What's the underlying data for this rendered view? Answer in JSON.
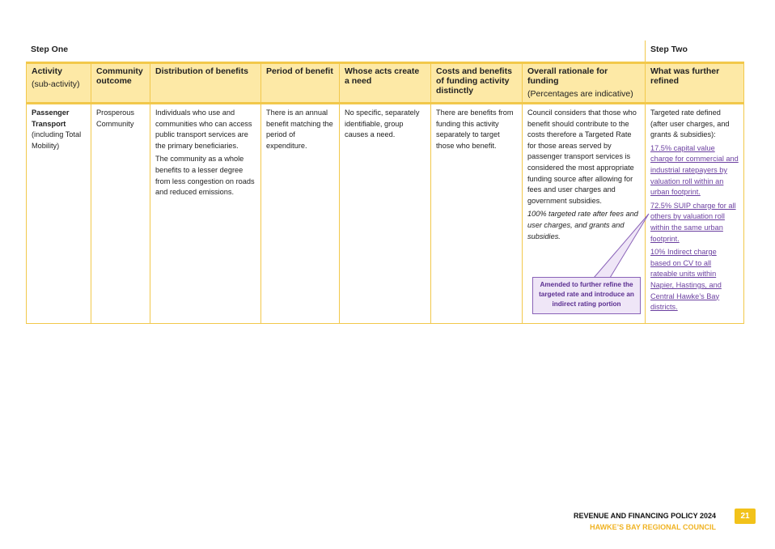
{
  "steps": {
    "one": "Step One",
    "two": "Step Two"
  },
  "headers": {
    "activity": "Activity",
    "activity_sub": "(sub-activity)",
    "community_outcome": "Community outcome",
    "distribution": "Distribution of benefits",
    "period": "Period of benefit",
    "whose_acts": "Whose acts create a need",
    "costs_benefits": "Costs and benefits of funding activity distinctly",
    "overall": "Overall rationale for funding",
    "overall_sub": "(Percentages are indicative)",
    "further": "What was further refined"
  },
  "row": {
    "activity_bold": "Passenger Transport",
    "activity_rest": "(including Total Mobility)",
    "community_outcome": "Prosperous Community",
    "distribution_p1": "Individuals who use and communities who can access public transport services are the primary beneficiaries.",
    "distribution_p2": "The community as a whole benefits to a lesser degree from less congestion on roads and reduced emissions.",
    "period": "There is an annual benefit matching the period of expenditure.",
    "whose_acts": "No specific, separately identifiable, group causes a need.",
    "costs_benefits": "There are benefits from funding this activity separately to target those who benefit.",
    "overall_p1": "Council considers that those who benefit should contribute to the costs therefore a Targeted Rate for those areas served by passenger transport services is considered the most appropriate funding source after allowing for fees and user charges and government subsidies.",
    "overall_p2": "100% targeted rate after fees and user charges, and grants and subsidies.",
    "further_intro": "Targeted rate defined (after user charges, and grants & subsidies):",
    "further_links": [
      "17.5% capital value charge for commercial and industrial ratepayers by valuation roll within an urban footprint.",
      "72.5% SUIP charge for all others by valuation roll within the same urban footprint.",
      "10% Indirect charge based on CV to all rateable units within Napier, Hastings, and Central Hawke’s Bay districts."
    ]
  },
  "callout": "Amended to further refine the targeted rate and introduce an indirect rating portion",
  "footer": {
    "line1": "REVENUE AND FINANCING POLICY 2024",
    "line2": "HAWKE’S BAY REGIONAL COUNCIL",
    "page": "21"
  },
  "colors": {
    "accent": "#f2c84b",
    "header_fill": "#fde9a6",
    "link": "#6b3fa0",
    "callout_fill": "#efe6f7"
  }
}
